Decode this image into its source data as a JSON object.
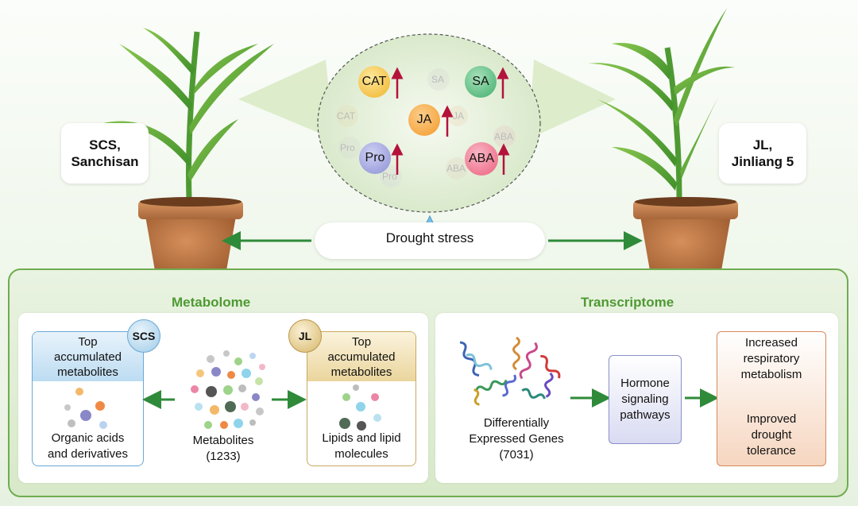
{
  "varieties": {
    "left": {
      "line1": "SCS,",
      "line2": "Sanchisan"
    },
    "right": {
      "line1": "JL,",
      "line2": "Jinliang 5"
    }
  },
  "hormones": {
    "items": [
      {
        "label": "CAT",
        "color": "#f4c23e",
        "arrow": "up"
      },
      {
        "label": "SA",
        "color": "#3fae6a",
        "arrow": "up"
      },
      {
        "label": "JA",
        "color": "#f39a2a",
        "arrow": "up"
      },
      {
        "label": "Pro",
        "color": "#8b8fd4",
        "arrow": "up"
      },
      {
        "label": "ABA",
        "color": "#ec5f7e",
        "arrow": "up"
      }
    ],
    "faded": [
      "SA",
      "CAT",
      "JA",
      "Pro",
      "ABA",
      "ABA",
      "Pro"
    ]
  },
  "stress": {
    "label": "Drought stress"
  },
  "metabolome": {
    "title": "Metabolome",
    "scs_badge": "SCS",
    "jl_badge": "JL",
    "scs_head": [
      "Top",
      "accumulated",
      "metabolites"
    ],
    "scs_body": [
      "Organic acids",
      "and derivatives"
    ],
    "jl_head": [
      "Top",
      "accumulated",
      "metabolites"
    ],
    "jl_body": [
      "Lipids and lipid",
      "molecules"
    ],
    "center_label": "Metabolites",
    "center_count": "(1233)"
  },
  "transcriptome": {
    "title": "Transcriptome",
    "genes_label": [
      "Differentially",
      "Expressed Genes"
    ],
    "genes_count": "(7031)",
    "hormone_box": [
      "Hormone",
      "signaling",
      "pathways"
    ],
    "result_top": [
      "Increased",
      "respiratory",
      "metabolism"
    ],
    "result_bottom": [
      "Improved",
      "drought",
      "tolerance"
    ]
  },
  "colors": {
    "arrow_green": "#2f8b3a",
    "panel_border": "#6fac50",
    "title_green": "#4f9a33",
    "scs_blue": "#cfe6f5",
    "jl_tan": "#f1e2b8",
    "result_orange": "#f8d8c4",
    "hormone_purple": "#e5e6f6",
    "up_arrow_red": "#b3123b"
  }
}
